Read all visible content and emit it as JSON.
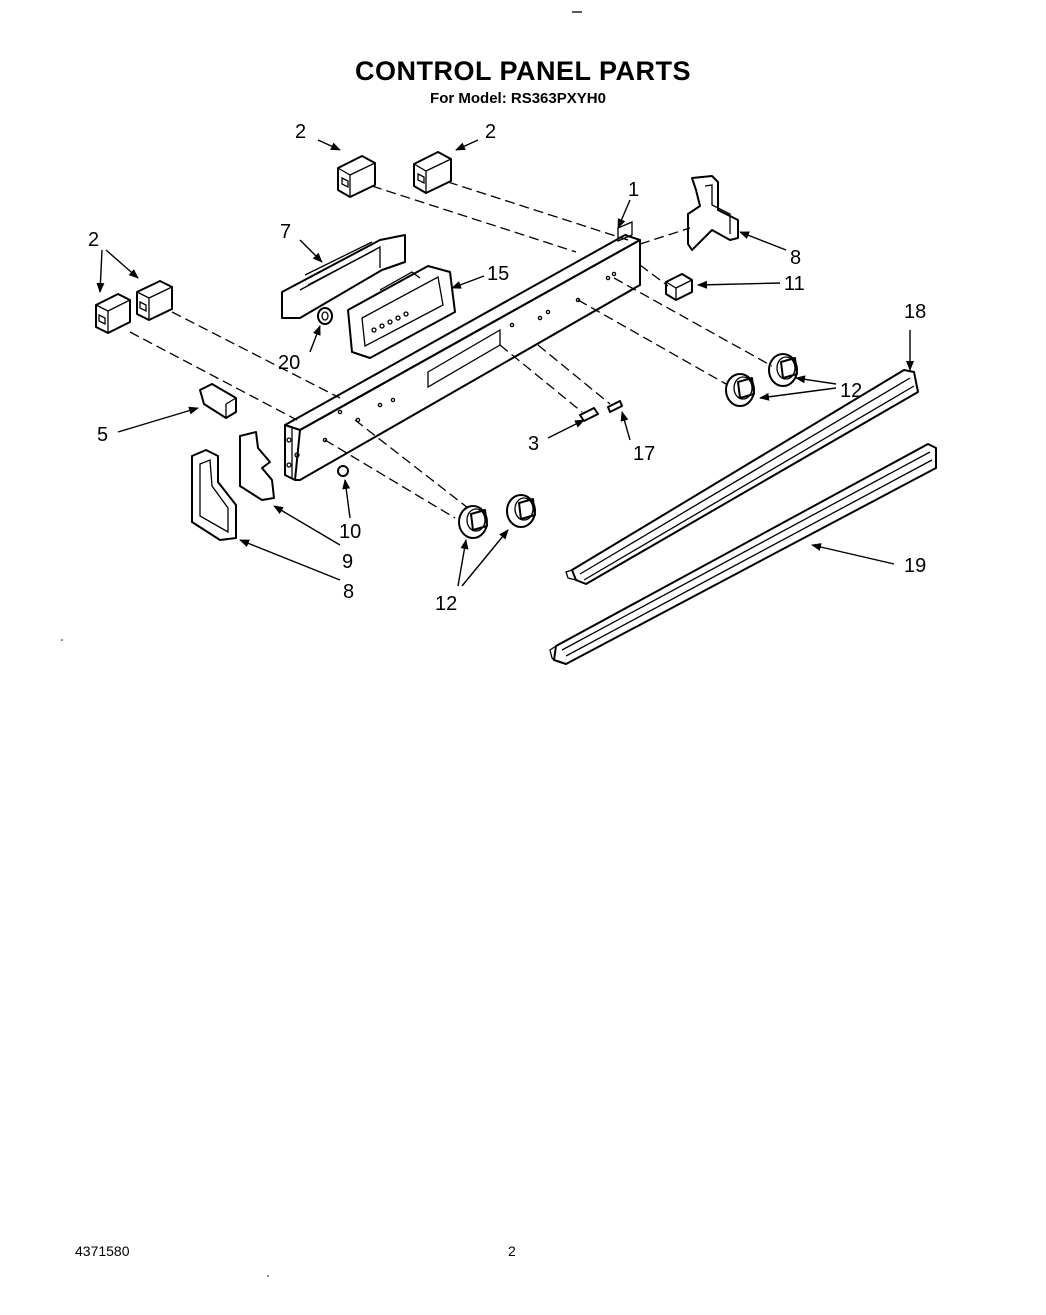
{
  "page": {
    "title": "CONTROL PANEL PARTS",
    "subtitle": "For Model: RS363PXYH0",
    "document_number": "4371580",
    "page_number": "2"
  },
  "callouts": {
    "c2a": "2",
    "c2b": "2",
    "c2c": "2",
    "c1": "1",
    "c7": "7",
    "c15": "15",
    "c8a": "8",
    "c11": "11",
    "c18": "18",
    "c20": "20",
    "c12a": "12",
    "c5": "5",
    "c3": "3",
    "c17": "17",
    "c10": "10",
    "c9": "9",
    "c8b": "8",
    "c12b": "12",
    "c19": "19"
  }
}
